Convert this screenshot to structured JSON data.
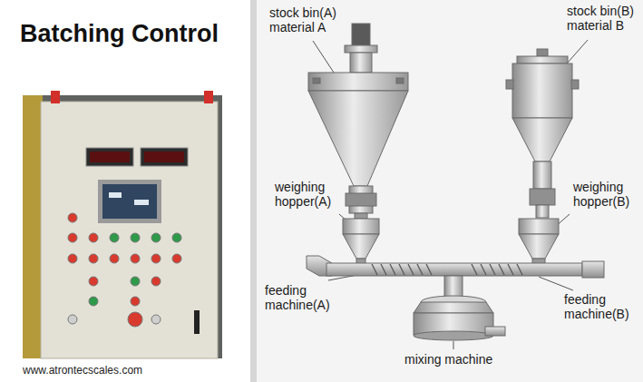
{
  "diagram": {
    "title": "Batching Control",
    "labels": [
      "stock bin(A) material A",
      "stock bin(B) material B",
      "weighing hopper(A)",
      "weighing hopper(B)",
      "feeding machine(A)",
      "feeding machine(B)",
      "mixing machine",
      "www.atrontecscales.com"
    ]
  }
}
